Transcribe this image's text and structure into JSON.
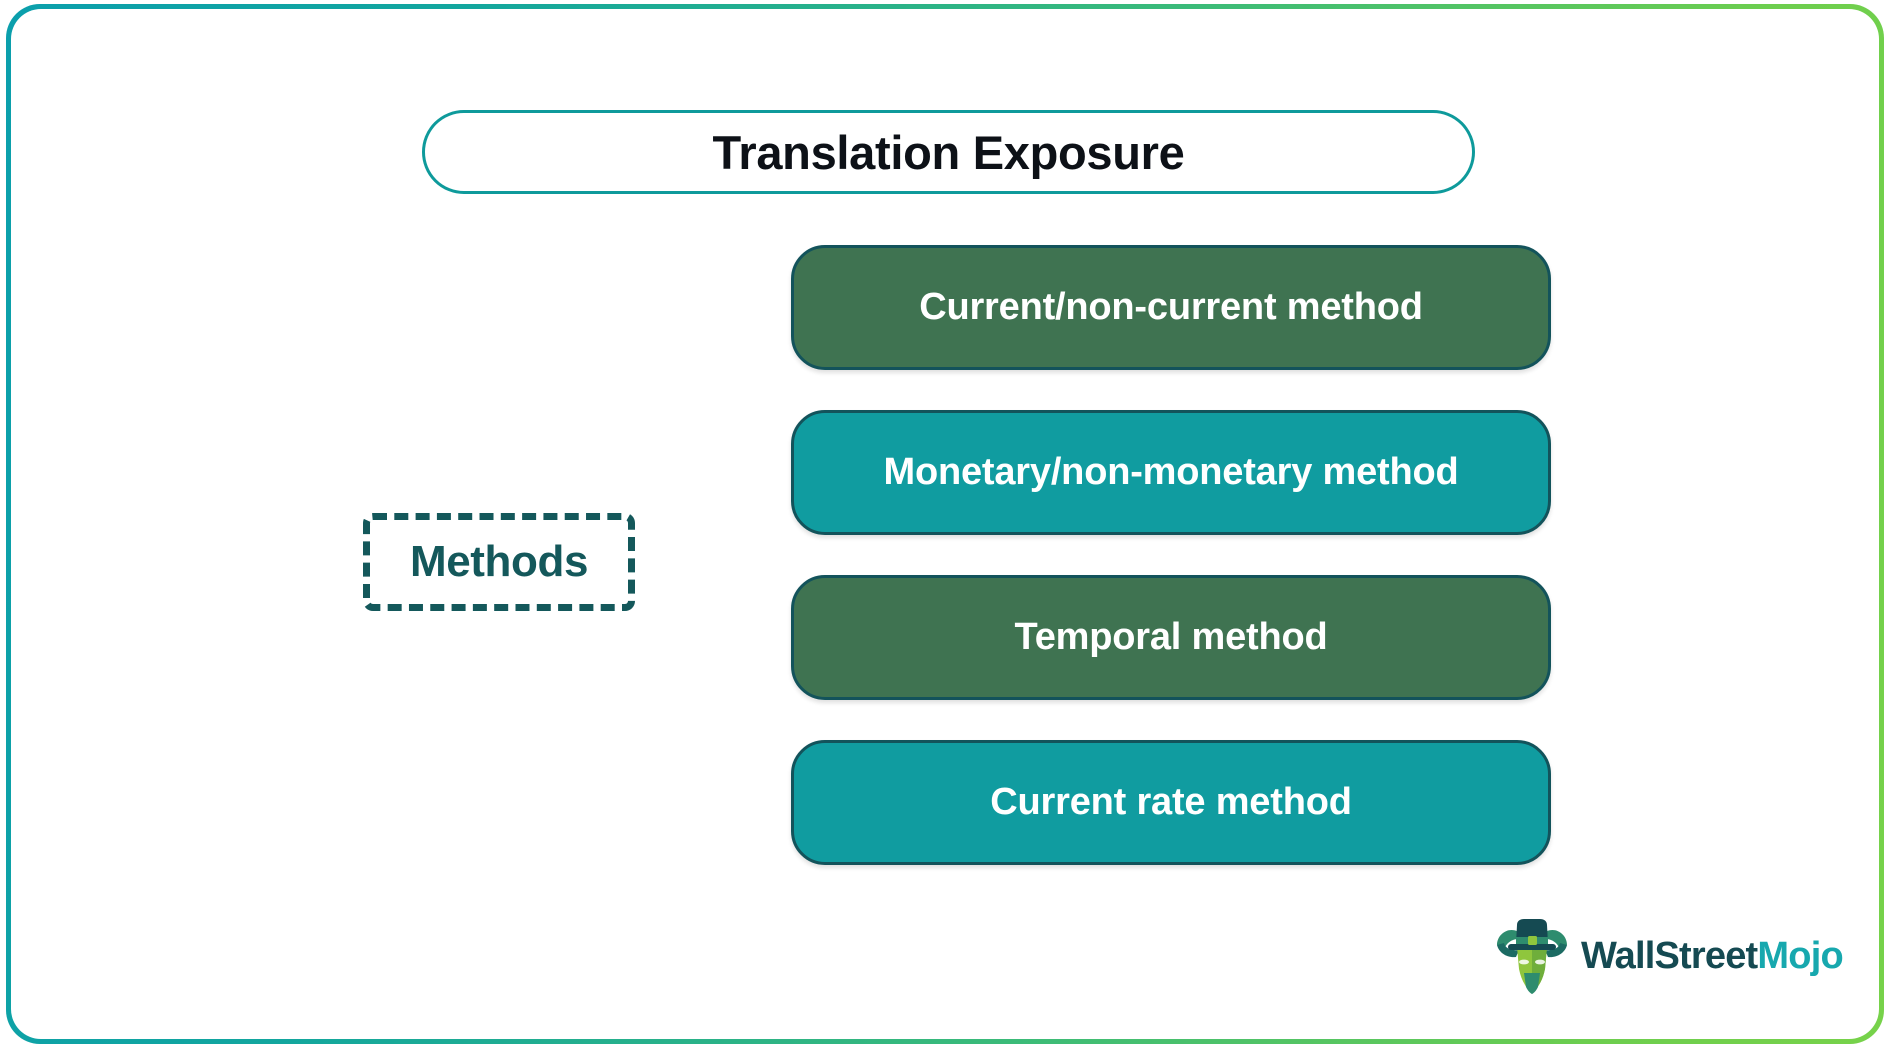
{
  "frame": {
    "gradient_from": "#0B9FAC",
    "gradient_to": "#77D24A"
  },
  "header": {
    "title": "Translation Exposure",
    "title_color": "#0D1117",
    "pill_border_color": "#0E9A9B"
  },
  "category": {
    "label": "Methods",
    "color": "#14585B",
    "border_style": "dashed"
  },
  "methods": {
    "items": [
      {
        "label": "Current/non-current method",
        "fill": "#3F7351",
        "variant": "green"
      },
      {
        "label": "Monetary/non-monetary method",
        "fill": "#109CA0",
        "variant": "teal"
      },
      {
        "label": "Temporal method",
        "fill": "#3F7351",
        "variant": "green"
      },
      {
        "label": "Current rate method",
        "fill": "#109CA0",
        "variant": "teal"
      }
    ],
    "border_color": "#13535B",
    "text_color": "#FFFFFF"
  },
  "logo": {
    "icon": "bull-head-tophat-icon",
    "word_primary": "WallStreet",
    "word_secondary": "Mojo",
    "primary_color": "#154A52",
    "secondary_color": "#17A8AE"
  }
}
